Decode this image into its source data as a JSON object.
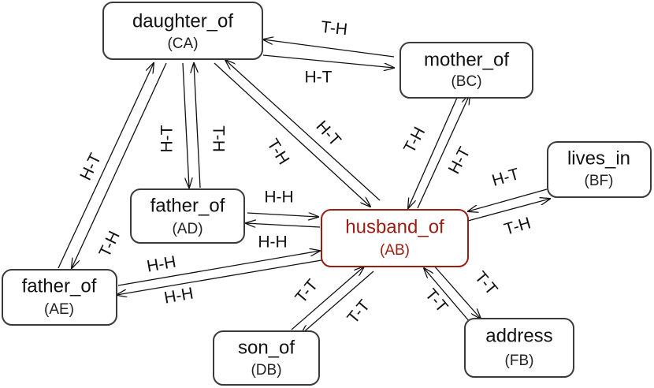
{
  "colors": {
    "highlight": "#9b1c10",
    "stroke": "#3a3a3a",
    "arrow": "#111111"
  },
  "nodes": {
    "CA": {
      "name": "daughter_of",
      "code": "(CA)"
    },
    "BC": {
      "name": "mother_of",
      "code": "(BC)"
    },
    "AD": {
      "name": "father_of",
      "code": "(AD)"
    },
    "AB": {
      "name": "husband_of",
      "code": "(AB)"
    },
    "BF": {
      "name": "lives_in",
      "code": "(BF)"
    },
    "AE": {
      "name": "father_of",
      "code": "(AE)"
    },
    "DB": {
      "name": "son_of",
      "code": "(DB)"
    },
    "FB": {
      "name": "address",
      "code": "(FB)"
    }
  },
  "edges": {
    "ca_bc": "T-H",
    "bc_ca": "H-T",
    "ca_ad": "H-T",
    "ad_ca": "T-H",
    "ca_ab": "T-H",
    "ab_ca": "H-T",
    "ca_ae": "T-H",
    "ae_ca": "H-T",
    "bc_ab": "T-H",
    "ab_bc": "H-T",
    "ad_ab": "H-H",
    "ab_ad": "H-H",
    "ae_ab": "H-H",
    "ab_ae": "H-H",
    "bf_ab": "H-T",
    "ab_bf": "T-H",
    "db_ab": "T-T",
    "ab_db": "T-T",
    "fb_ab": "T-T",
    "ab_fb": "T-T"
  }
}
